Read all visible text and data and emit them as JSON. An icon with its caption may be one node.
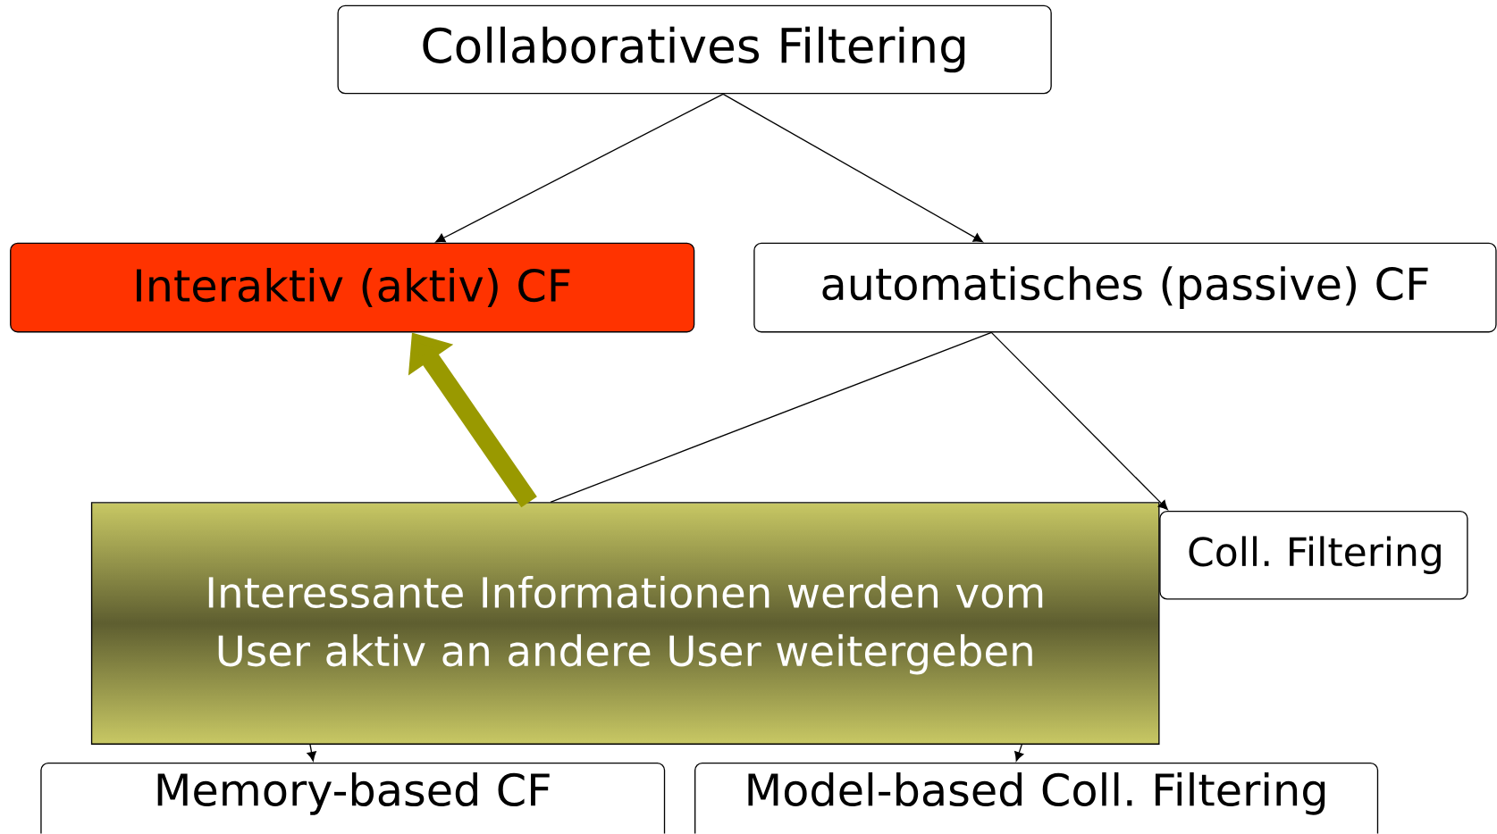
{
  "diagram": {
    "nodes": [
      {
        "text": [
          "Collaboratives Filtering"
        ]
      },
      {
        "text": [
          "Interaktiv (aktiv) CF"
        ]
      },
      {
        "text": [
          "automatisches (passive) CF"
        ]
      },
      {
        "text": [
          "Coll. Filtering"
        ]
      },
      {
        "text": [
          "Interessante Informationen werden vom User aktiv an andere User weitergeben"
        ]
      },
      {
        "text": [
          "Memory-based CF"
        ]
      },
      {
        "text": [
          "Model-based Coll. Filtering"
        ]
      }
    ],
    "edges": [
      {
        "from": 0,
        "to": 1,
        "arrow": "to"
      },
      {
        "from": 0,
        "to": 2,
        "arrow": "to"
      },
      {
        "from": 2,
        "to": 4,
        "arrow": "none"
      },
      {
        "from": 2,
        "to": 3,
        "arrow": "to"
      },
      {
        "from": 4,
        "to": 5,
        "arrow": "to"
      },
      {
        "from": 4,
        "to": 6,
        "arrow": "to"
      },
      {
        "from": 4,
        "to": 1,
        "arrow": "to",
        "style": "thick",
        "color": "#999900"
      }
    ]
  }
}
